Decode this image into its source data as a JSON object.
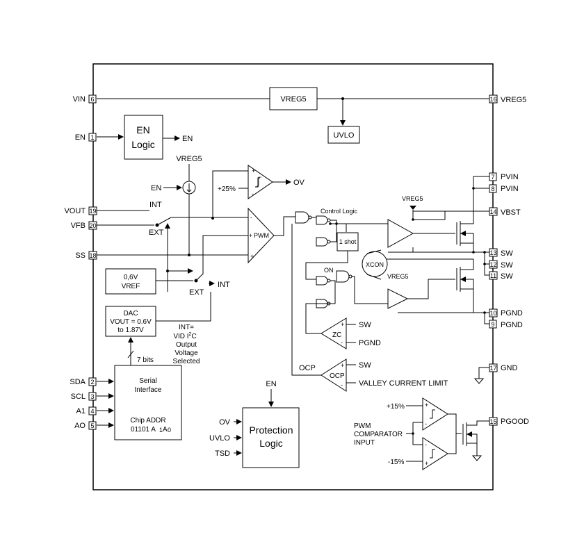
{
  "pins_left": [
    {
      "name": "VIN",
      "num": "6"
    },
    {
      "name": "EN",
      "num": "1"
    },
    {
      "name": "VOUT",
      "num": "19"
    },
    {
      "name": "VFB",
      "num": "20"
    },
    {
      "name": "SS",
      "num": "18"
    },
    {
      "name": "SDA",
      "num": "2"
    },
    {
      "name": "SCL",
      "num": "3"
    },
    {
      "name": "A1",
      "num": "4"
    },
    {
      "name": "AO",
      "num": "5"
    }
  ],
  "pins_right": [
    {
      "name": "VREG5",
      "num": "16"
    },
    {
      "name": "PVIN",
      "num": "7"
    },
    {
      "name": "PVIN",
      "num": "8"
    },
    {
      "name": "VBST",
      "num": "14"
    },
    {
      "name": "SW",
      "num": "13"
    },
    {
      "name": "SW",
      "num": "12"
    },
    {
      "name": "SW",
      "num": "11"
    },
    {
      "name": "PGND",
      "num": "10"
    },
    {
      "name": "PGND",
      "num": "9"
    },
    {
      "name": "GND",
      "num": "17"
    },
    {
      "name": "PGOOD",
      "num": "15"
    }
  ],
  "blocks": {
    "vreg5": "VREG5",
    "uvlo": "UVLO",
    "en_logic_1": "EN",
    "en_logic_2": "Logic",
    "vref_1": "0,6V",
    "vref_2": "VREF",
    "dac_1": "DAC",
    "dac_2": "VOUT = 0.6V",
    "dac_3": "to 1.87V",
    "serial_1": "Serial",
    "serial_2": "Interface",
    "chip_addr_1": "Chip ADDR",
    "chip_addr_2": "01101 A",
    "prot_1": "Protection",
    "prot_2": "Logic",
    "one_shot": "1 shot",
    "xcon": "XCON"
  },
  "labels": {
    "en_out": "EN",
    "vreg5_src": "VREG5",
    "en_in": "EN",
    "plus25": "+25%",
    "ov_out": "OV",
    "int_top": "INT",
    "ext_top": "EXT",
    "pwm": "PWM",
    "ext_bot": "EXT",
    "int_bot": "INT",
    "control_logic": "Control Logic",
    "vreg5_bst": "VREG5",
    "on": "ON",
    "vreg5_drv": "VREG5",
    "int_note_1": "INT=",
    "int_note_2a": "VID I",
    "int_note_2b": "2",
    "int_note_2c": "C",
    "int_note_3": "Output",
    "int_note_4": "Voltage",
    "int_note_5": "Selected",
    "seven_bits": "7 bits",
    "zc": "ZC",
    "zc_sw": "SW",
    "zc_pgnd": "PGND",
    "ocp_left": "OCP",
    "ocp": "OCP",
    "ocp_sw": "SW",
    "valley": "VALLEY CURRENT LIMIT",
    "prot_en": "EN",
    "prot_ov": "OV",
    "prot_uvlo": "UVLO",
    "prot_tsd": "TSD",
    "plus15": "+15%",
    "minus15": "-15%",
    "pwm_cmp_1": "PWM",
    "pwm_cmp_2": "COMPARATOR",
    "pwm_cmp_3": "INPUT"
  }
}
